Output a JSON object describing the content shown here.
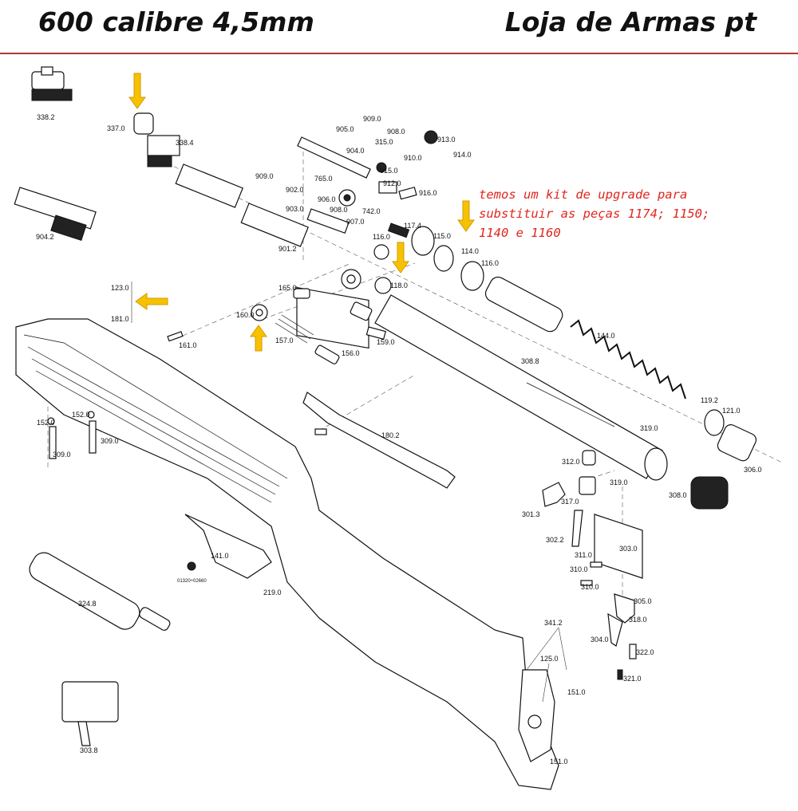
{
  "header": {
    "title_left": "600 calibre 4,5mm",
    "title_right": "Loja de Armas pt",
    "rule_color": "#b03a2e"
  },
  "note": {
    "lines": [
      "temos um kit de upgrade para",
      "substituir as peças 1174; 1150;",
      "1140 e 1160"
    ],
    "color": "#e0261e"
  },
  "arrow_color": "#f6c200",
  "parts": [
    {
      "id": "338.2"
    },
    {
      "id": "337.0"
    },
    {
      "id": "338.4"
    },
    {
      "id": "904.2"
    },
    {
      "id": "909.0"
    },
    {
      "id": "905.0"
    },
    {
      "id": "908.0"
    },
    {
      "id": "913.0"
    },
    {
      "id": "315.0"
    },
    {
      "id": "914.0"
    },
    {
      "id": "904.0"
    },
    {
      "id": "915.0"
    },
    {
      "id": "910.0"
    },
    {
      "id": "909.0"
    },
    {
      "id": "765.0"
    },
    {
      "id": "902.0"
    },
    {
      "id": "906.0"
    },
    {
      "id": "912.0"
    },
    {
      "id": "916.0"
    },
    {
      "id": "903.0"
    },
    {
      "id": "908.0"
    },
    {
      "id": "907.0"
    },
    {
      "id": "742.0"
    },
    {
      "id": "901.2"
    },
    {
      "id": "117.4"
    },
    {
      "id": "116.0"
    },
    {
      "id": "115.0"
    },
    {
      "id": "114.0"
    },
    {
      "id": "116.0"
    },
    {
      "id": "118.0"
    },
    {
      "id": "123.0"
    },
    {
      "id": "181.0"
    },
    {
      "id": "165.0"
    },
    {
      "id": "160.0"
    },
    {
      "id": "157.0"
    },
    {
      "id": "156.0"
    },
    {
      "id": "159.0"
    },
    {
      "id": "161.0"
    },
    {
      "id": "308.8"
    },
    {
      "id": "144.0"
    },
    {
      "id": "119.2"
    },
    {
      "id": "121.0"
    },
    {
      "id": "306.0"
    },
    {
      "id": "319.0"
    },
    {
      "id": "312.0"
    },
    {
      "id": "319.0"
    },
    {
      "id": "308.0"
    },
    {
      "id": "152.0"
    },
    {
      "id": "152.0"
    },
    {
      "id": "309.0"
    },
    {
      "id": "309.0"
    },
    {
      "id": "180.2"
    },
    {
      "id": "301.3"
    },
    {
      "id": "317.0"
    },
    {
      "id": "302.2"
    },
    {
      "id": "311.0"
    },
    {
      "id": "303.0"
    },
    {
      "id": "310.0"
    },
    {
      "id": "310.0"
    },
    {
      "id": "305.0"
    },
    {
      "id": "318.0"
    },
    {
      "id": "304.0"
    },
    {
      "id": "322.0"
    },
    {
      "id": "321.0"
    },
    {
      "id": "141.0"
    },
    {
      "id": "01320÷02660"
    },
    {
      "id": "219.0"
    },
    {
      "id": "324.8"
    },
    {
      "id": "341.2"
    },
    {
      "id": "125.0"
    },
    {
      "id": "151.0"
    },
    {
      "id": "151.0"
    },
    {
      "id": "303.8"
    }
  ]
}
